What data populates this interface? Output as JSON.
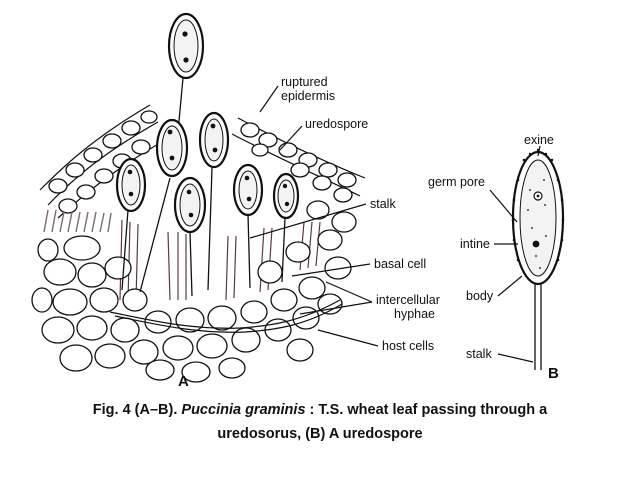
{
  "panel_a": {
    "letter": "A",
    "labels": {
      "ruptured_epidermis_1": "ruptured",
      "ruptured_epidermis_2": "epidermis",
      "uredospore": "uredospore",
      "stalk": "stalk",
      "basal_cell": "basal cell",
      "intercellular_1": "intercellular",
      "intercellular_2": "hyphae",
      "host_cells": "host cells"
    }
  },
  "panel_b": {
    "letter": "B",
    "labels": {
      "exine": "exine",
      "germ_pore": "germ pore",
      "intine": "intine",
      "body": "body",
      "stalk": "stalk"
    }
  },
  "caption": {
    "prefix": "Fig. 4 (A–B). ",
    "species": "Puccinia graminis",
    "line1_rest": " : T.S. wheat leaf passing through a",
    "line2": "uredosorus, (B) A uredospore"
  }
}
